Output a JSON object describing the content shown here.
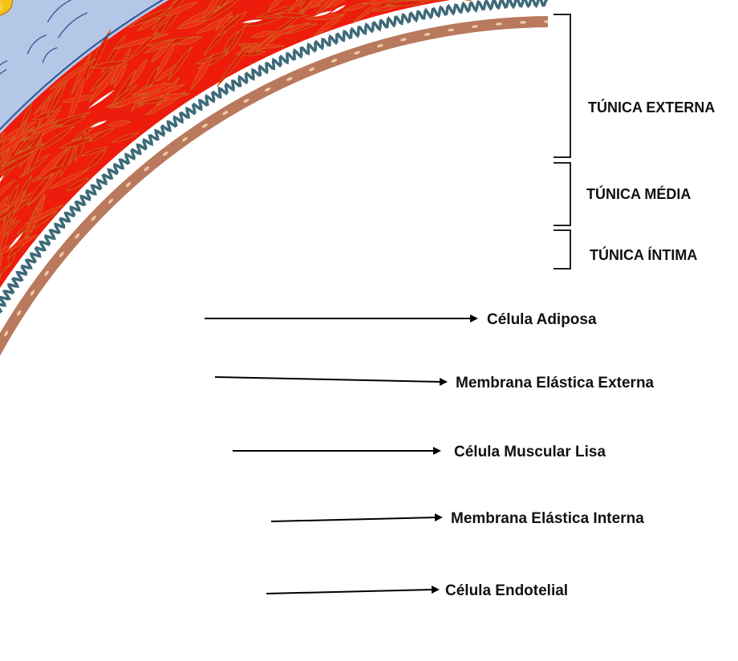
{
  "layers": [
    {
      "key": "externa",
      "label": "TÚNICA EXTERNA"
    },
    {
      "key": "media",
      "label": "TÚNICA MÉDIA"
    },
    {
      "key": "intima",
      "label": "TÚNICA ÍNTIMA"
    }
  ],
  "callouts": [
    {
      "key": "adiposa",
      "label": "Célula Adiposa"
    },
    {
      "key": "mee",
      "label": "Membrana Elástica Externa"
    },
    {
      "key": "muscular",
      "label": "Célula Muscular Lisa"
    },
    {
      "key": "mei",
      "label": "Membrana Elástica Interna"
    },
    {
      "key": "endotelial",
      "label": "Célula Endotelial"
    }
  ],
  "colors": {
    "adipose": "#f2c21b",
    "adipose_dark": "#b8860b",
    "adventitia": "#b4c7e7",
    "adventitia_line": "#2f5597",
    "muscle": "#ee1c0c",
    "muscle_fiber": "#c46a1e",
    "elastic_interna": "#3d6a78",
    "endothelium": "#b9795d",
    "endothelium_nucleus": "#f0c8a8"
  }
}
